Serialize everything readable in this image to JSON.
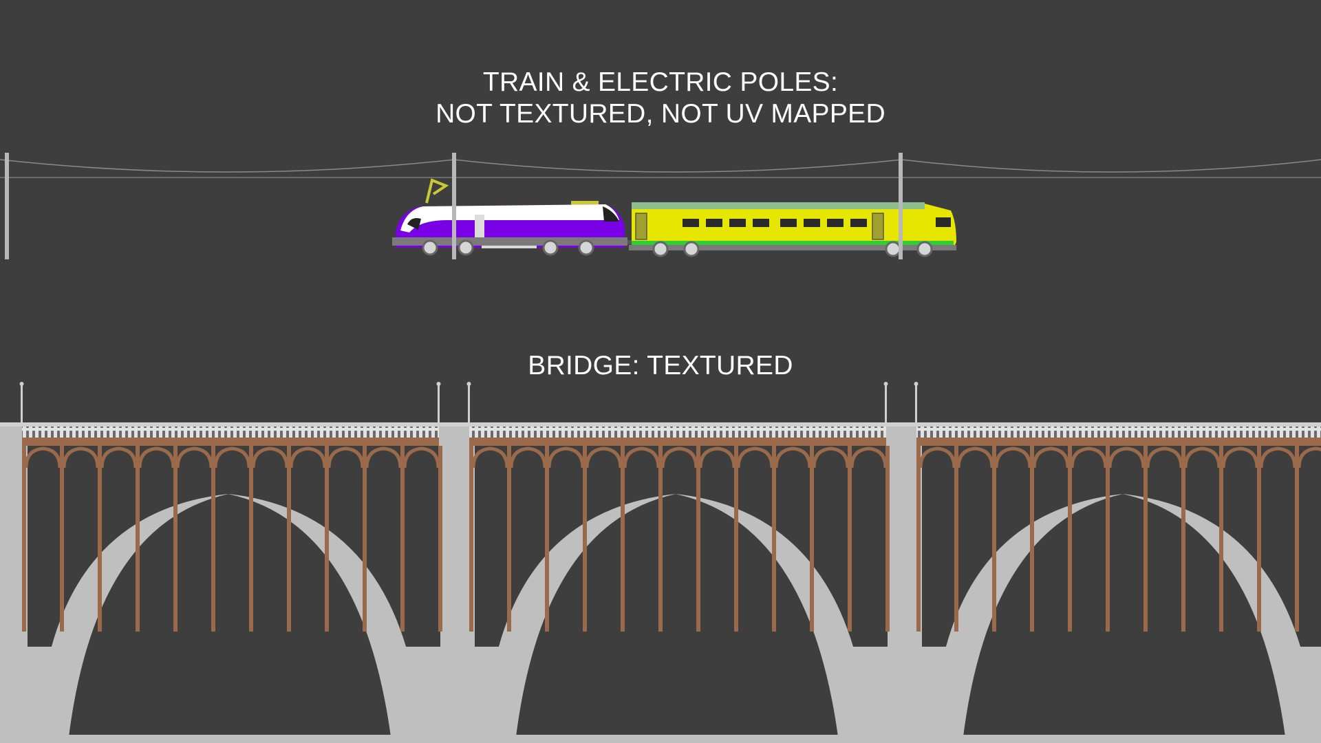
{
  "captions": {
    "train_line1": "TRAIN & ELECTRIC POLES:",
    "train_line2": "NOT TEXTURED, NOT UV MAPPED",
    "bridge": "BRIDGE: TEXTURED"
  },
  "colors": {
    "background": "#3e3e3e",
    "locomotive_body": "#7a00e6",
    "locomotive_roof": "#ffffff",
    "carriage_body": "#e6e600",
    "carriage_stripe": "#33cc33",
    "carriage_roof": "#8fbf8f",
    "pole": "#b8b8b8",
    "bridge_concrete": "#bfbfbf",
    "bridge_brick": "#9a6a4a",
    "bridge_railing": "#d9d9d9"
  }
}
